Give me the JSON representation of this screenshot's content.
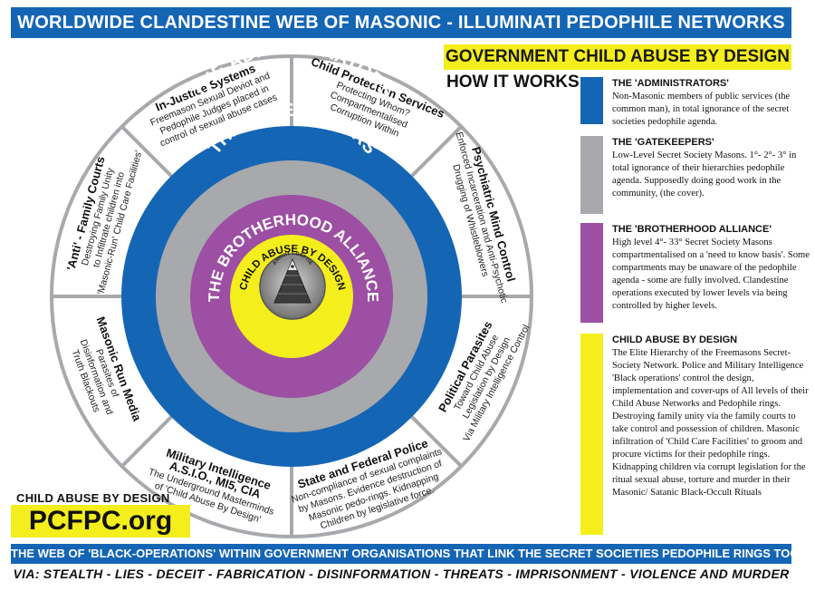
{
  "header": {
    "title": "WORLDWIDE CLANDESTINE WEB OF MASONIC - ILLUMINATI PEDOPHILE NETWORKS",
    "subtitle": "GOVERNMENT CHILD ABUSE BY DESIGN",
    "how_it_works": "HOW IT WORKS"
  },
  "wheel": {
    "rings": {
      "administrators": "THE ADMINISTRATORS",
      "gatekeepers": "THE GATEKEEPERS",
      "brotherhood": "THE BROTHERHOOD ALLIANCE",
      "core": "CHILD ABUSE BY DESIGN",
      "seal_text": "ANNUIT COEPTIS"
    },
    "segments": [
      {
        "title": "In-Justice Systems",
        "lines": [
          "Freemason Sexual Deviot and",
          "Pedophile Judges placed in",
          "control of sexual abuse cases"
        ]
      },
      {
        "title": "Child Protection Services",
        "lines": [
          "Protecting Whom?",
          "Compartmentalised",
          "Corruption Within"
        ]
      },
      {
        "title": "Psychiatric Mind Control",
        "lines": [
          "Enforced Incarceration and Anti-Psychotic",
          "Drugging of Whistleblowers"
        ]
      },
      {
        "title": "Political Parasites",
        "lines": [
          "Toward Child Abuse",
          "Legislation by Design",
          "Via Military Intelligence Control"
        ]
      },
      {
        "title": "State and Federal Police",
        "lines": [
          "Non-compliance of sexual complaints",
          "by Masons. Evidence destruction of",
          "Masonic pedo-rings. Kidnapping",
          "Children by legislative force."
        ]
      },
      {
        "title": "Military Intelligence",
        "title2": "A.S.I.O., MI5, CIA",
        "lines": [
          "The Underground Masterminds",
          "of 'Child Abuse By Design'"
        ]
      },
      {
        "title": "Masonic Run Media",
        "lines": [
          "Parasites of",
          "Disinformation and",
          "Truth Blackouts"
        ]
      },
      {
        "title": "'Anti' - Family Courts",
        "lines": [
          "Destroying Family Unity",
          "to Infiltrate children into",
          "'Masonic-Run' Child Care Facilities'"
        ]
      }
    ]
  },
  "legend": [
    {
      "title": "THE 'ADMINISTRATORS'",
      "color": "#1565b5",
      "text": "Non-Masonic members of public services (the common man), in total ignorance of the secret societies pedophile agenda."
    },
    {
      "title": "THE 'GATEKEEPERS'",
      "color": "#a7a9ac",
      "text": "Low-Level Secret Society Masons. 1°- 2°- 3° in total ignorance of their hierarchies pedophile agenda. Supposedly doing good work in the community, (the cover)."
    },
    {
      "title": "THE 'BROTHERHOOD ALLIANCE'",
      "color": "#9c4fa3",
      "text": "High level 4°- 33° Secret Society Masons compartmentalised on a 'need to know basis'. Some compartments may be unaware of the pedophile agenda - some are fully involved. Clandestine operations executed by lower levels via being controlled by higher levels."
    },
    {
      "title": "CHILD ABUSE BY DESIGN",
      "color": "#f4ee1c",
      "text": "The Elite Hierarchy of the Freemasons Secret-Society Network. Police and Military Intelligence 'Black operations' control the design, implementation and cover-ups of All levels of their Child Abuse Networks and Pedophile rings. Destroying family unity via the family courts to take control and possession of children. Masonic infiltration of 'Child Care Facilities' to groom and procure victims for their pedophile rings. Kidnapping children via corrupt legislation for the ritual sexual abuse, torture and murder in their Masonic/ Satanic Black-Occult Rituals"
    }
  ],
  "credit": {
    "small": "CHILD ABUSE BY DESIGN",
    "site": "PCFPC.org"
  },
  "footer": {
    "banner": "THE WEB OF 'BLACK-OPERATIONS' WITHIN GOVERNMENT ORGANISATIONS THAT LINK THE SECRET SOCIETIES PEDOPHILE RINGS TOGETHER",
    "via": "VIA:  STEALTH - LIES - DECEIT - FABRICATION - DISINFORMATION - THREATS - IMPRISONMENT - VIOLENCE AND MURDER"
  }
}
